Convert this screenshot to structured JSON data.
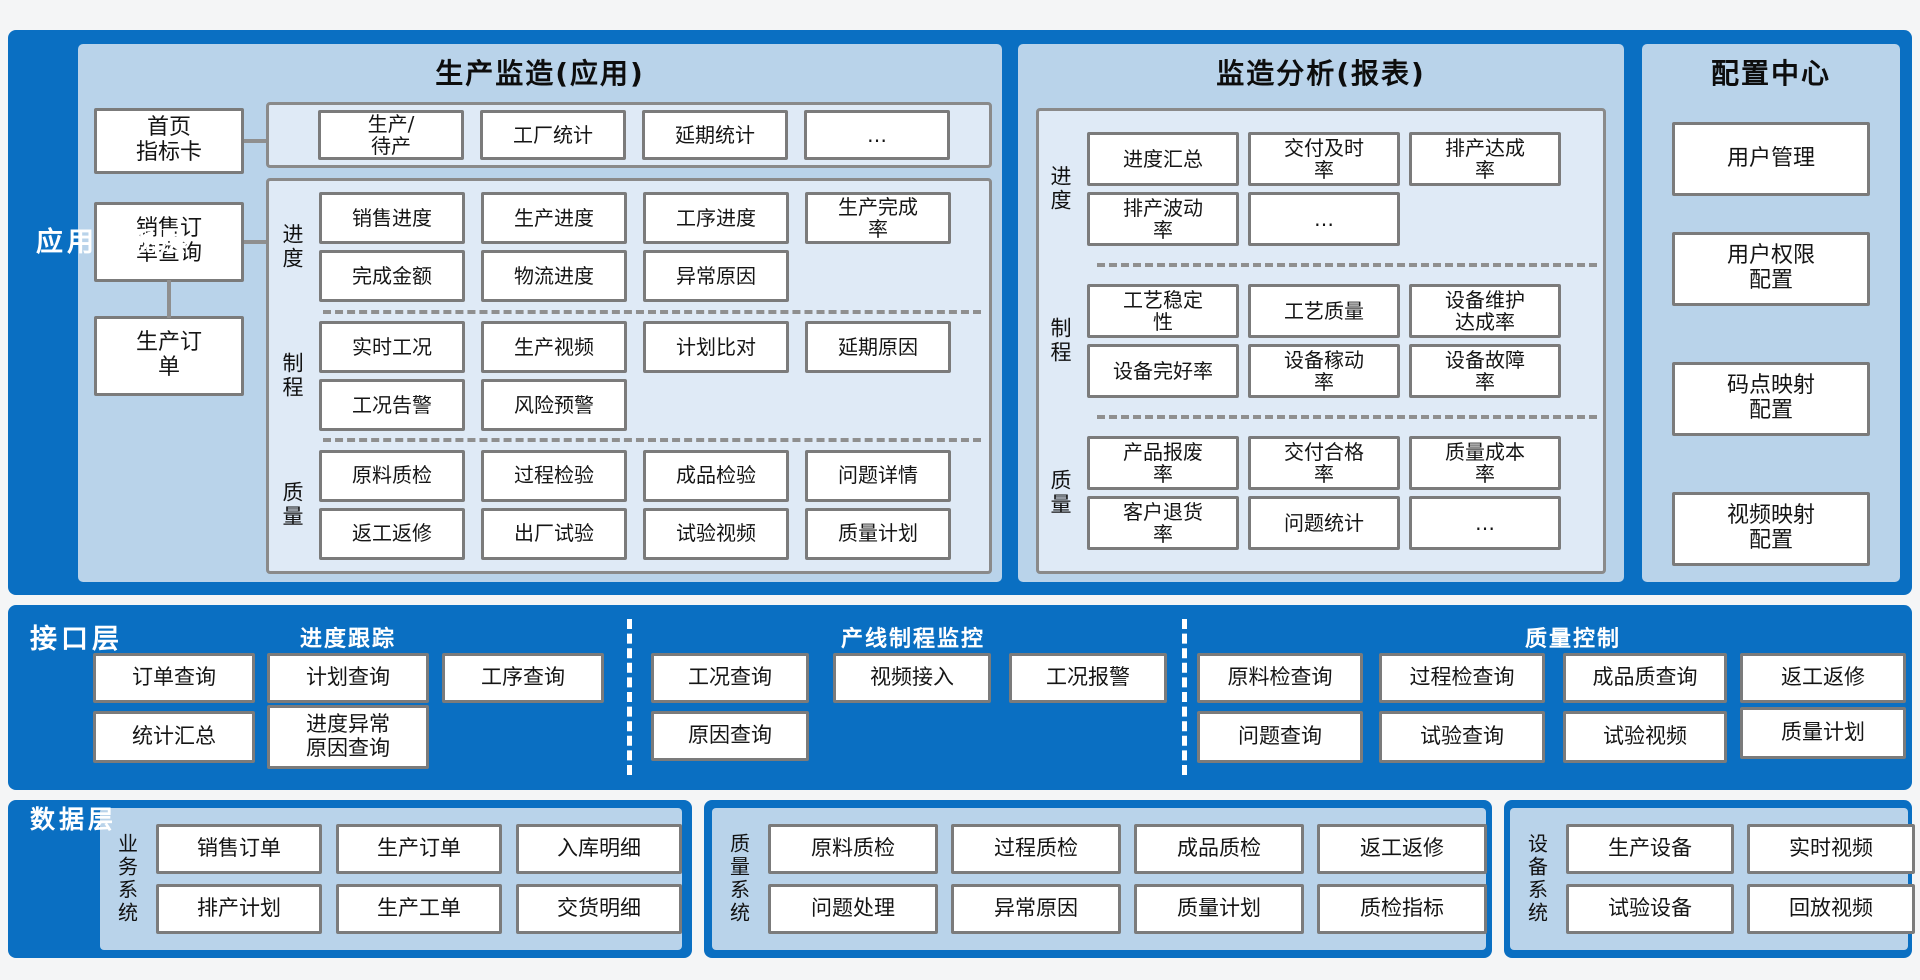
{
  "colors": {
    "band_blue": "#0a6fc2",
    "panel_blue": "#b9d3ea",
    "inner_blue": "#dfeaf6",
    "box_bg": "#ffffff",
    "box_border": "#7b7b7b",
    "layer_label_text": "#ffffff",
    "title_text": "#0d0d0d"
  },
  "presentation_layer": {
    "label": "应用展现层",
    "app_panel": {
      "title": "生产监造(应用)",
      "nav": [
        "首页\n指标卡",
        "销售订\n单查询",
        "生产订\n单"
      ],
      "top_row": [
        "生产/\n待产",
        "工厂统计",
        "延期统计",
        "…"
      ],
      "groups": [
        {
          "label": "进度",
          "rows": [
            [
              "销售进度",
              "生产进度",
              "工序进度",
              "生产完成\n率"
            ],
            [
              "完成金额",
              "物流进度",
              "异常原因"
            ]
          ]
        },
        {
          "label": "制程",
          "rows": [
            [
              "实时工况",
              "生产视频",
              "计划比对",
              "延期原因"
            ],
            [
              "工况告警",
              "风险预警"
            ]
          ]
        },
        {
          "label": "质量",
          "rows": [
            [
              "原料质检",
              "过程检验",
              "成品检验",
              "问题详情"
            ],
            [
              "返工返修",
              "出厂试验",
              "试验视频",
              "质量计划"
            ]
          ]
        }
      ]
    },
    "report_panel": {
      "title": "监造分析(报表)",
      "groups": [
        {
          "label": "进度",
          "rows": [
            [
              "进度汇总",
              "交付及时\n率",
              "排产达成\n率"
            ],
            [
              "排产波动\n率",
              "…"
            ]
          ]
        },
        {
          "label": "制程",
          "rows": [
            [
              "工艺稳定\n性",
              "工艺质量",
              "设备维护\n达成率"
            ],
            [
              "设备完好率",
              "设备稼动\n率",
              "设备故障\n率"
            ]
          ]
        },
        {
          "label": "质量",
          "rows": [
            [
              "产品报废\n率",
              "交付合格\n率",
              "质量成本\n率"
            ],
            [
              "客户退货\n率",
              "问题统计",
              "…"
            ]
          ]
        }
      ]
    },
    "config_panel": {
      "title": "配置中心",
      "items": [
        "用户管理",
        "用户权限\n配置",
        "码点映射\n配置",
        "视频映射\n配置"
      ]
    }
  },
  "interface_layer": {
    "label": "接口层",
    "sections": [
      {
        "title": "进度跟踪",
        "rows": [
          [
            "订单查询",
            "计划查询",
            "工序查询"
          ],
          [
            "统计汇总",
            "进度异常\n原因查询"
          ]
        ]
      },
      {
        "title": "产线制程监控",
        "rows": [
          [
            "工况查询",
            "视频接入",
            "工况报警"
          ],
          [
            "原因查询"
          ]
        ]
      },
      {
        "title": "质量控制",
        "rows": [
          [
            "原料检查询",
            "过程检查询",
            "成品质查询",
            "返工返修"
          ],
          [
            "问题查询",
            "试验查询",
            "试验视频",
            "质量计划"
          ]
        ]
      }
    ]
  },
  "data_layer": {
    "label": "数据层",
    "systems": [
      {
        "label": "业务系统",
        "rows": [
          [
            "销售订单",
            "生产订单",
            "入库明细"
          ],
          [
            "排产计划",
            "生产工单",
            "交货明细"
          ]
        ]
      },
      {
        "label": "质量系统",
        "rows": [
          [
            "原料质检",
            "过程质检",
            "成品质检",
            "返工返修"
          ],
          [
            "问题处理",
            "异常原因",
            "质量计划",
            "质检指标"
          ]
        ]
      },
      {
        "label": "设备系统",
        "rows": [
          [
            "生产设备",
            "实时视频"
          ],
          [
            "试验设备",
            "回放视频"
          ]
        ]
      }
    ]
  }
}
